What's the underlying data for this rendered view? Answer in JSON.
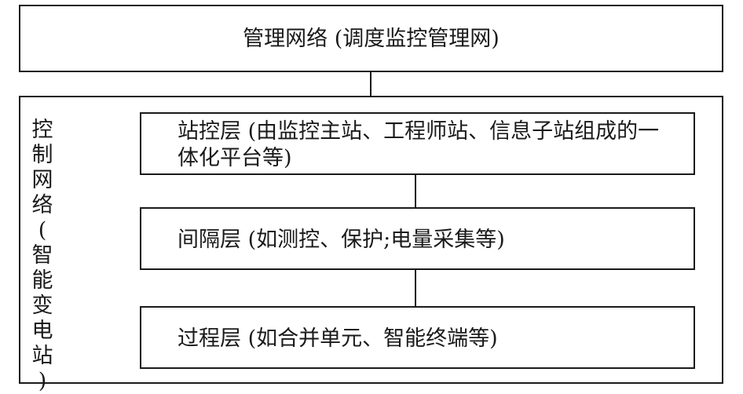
{
  "management_network": {
    "label": "管理网络 (调度监控管理网)"
  },
  "control_network": {
    "vertical_title": [
      "控",
      "制",
      "网",
      "络",
      "(",
      "智",
      "能",
      "变",
      "电",
      "站",
      ")"
    ],
    "layers": {
      "station": "站控层 (由监控主站、工程师站、信息子站组成的一体化平台等)",
      "bay": "间隔层 (如测控、保护;电量采集等)",
      "process": "过程层 (如合并单元、智能终端等)"
    }
  }
}
